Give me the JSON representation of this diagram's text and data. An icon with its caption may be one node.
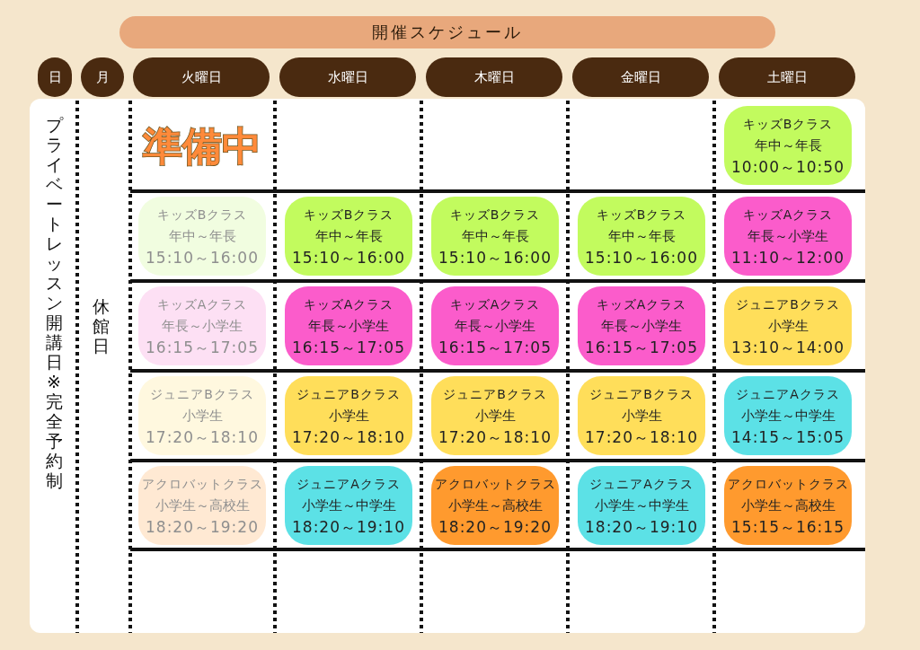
{
  "diagram": {
    "nodes": [
      {
        "text": [
          "開催スケジュール"
        ]
      },
      {
        "text": [
          "日"
        ]
      },
      {
        "text": [
          "月"
        ]
      },
      {
        "text": [
          "火曜日"
        ]
      },
      {
        "text": [
          "水曜日"
        ]
      },
      {
        "text": [
          "木曜日"
        ]
      },
      {
        "text": [
          "金曜日"
        ]
      },
      {
        "text": [
          "土曜日"
        ]
      },
      {
        "text": [
          "キッズBクラス",
          "年中～年長",
          "10:00～10:50"
        ]
      },
      {
        "text": [
          "キッズBクラス",
          "年中～年長",
          "15:10～16:00"
        ]
      },
      {
        "text": [
          "キッズBクラス",
          "年中～年長",
          "15:10～16:00"
        ]
      },
      {
        "text": [
          "キッズBクラス",
          "年中～年長",
          "15:10～16:00"
        ]
      },
      {
        "text": [
          "キッズBクラス",
          "年中～年長",
          "15:10～16:00"
        ]
      },
      {
        "text": [
          "キッズAクラス",
          "年長～小学生",
          "11:10～12:00"
        ]
      },
      {
        "text": [
          "キッズAクラス",
          "年長～小学生",
          "16:15～17:05"
        ]
      },
      {
        "text": [
          "キッズAクラス",
          "年長～小学生",
          "16:15～17:05"
        ]
      },
      {
        "text": [
          "キッズAクラス",
          "年長～小学生",
          "16:15～17:05"
        ]
      },
      {
        "text": [
          "キッズAクラス",
          "年長～小学生",
          "16:15～17:05"
        ]
      },
      {
        "text": [
          "ジュニアBクラス",
          "小学生",
          "13:10～14:00"
        ]
      },
      {
        "text": [
          "ジュニアBクラス",
          "小学生",
          "17:20～18:10"
        ]
      },
      {
        "text": [
          "ジュニアBクラス",
          "小学生",
          "17:20～18:10"
        ]
      },
      {
        "text": [
          "ジュニアBクラス",
          "小学生",
          "17:20～18:10"
        ]
      },
      {
        "text": [
          "ジュニアBクラス",
          "小学生",
          "17:20～18:10"
        ]
      },
      {
        "text": [
          "ジュニアAクラス",
          "小学生～中学生",
          "14:15～15:05"
        ]
      },
      {
        "text": [
          "アクロバットクラス",
          "小学生～高校生",
          "18:20～19:20"
        ]
      },
      {
        "text": [
          "ジュニアAクラス",
          "小学生～中学生",
          "18:20～19:10"
        ]
      },
      {
        "text": [
          "アクロバットクラス",
          "小学生～高校生",
          "18:20～19:20"
        ]
      },
      {
        "text": [
          "ジュニアAクラス",
          "小学生～中学生",
          "18:20～19:10"
        ]
      },
      {
        "text": [
          "アクロバットクラス",
          "小学生～高校生",
          "15:15～16:15"
        ]
      }
    ],
    "labels": [
      "プライベートレッスン開講日 ※完全予約制",
      "休館日",
      "準備中"
    ]
  }
}
